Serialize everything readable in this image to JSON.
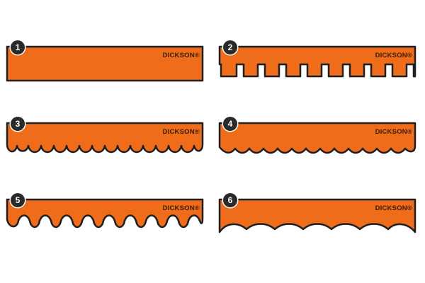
{
  "brand_color": "#ee6c1a",
  "outline_color": "#1f1f1f",
  "badge_color": "#2a2a2a",
  "valances": [
    {
      "number": "1",
      "brand": "DICKSON®",
      "edge": "straight"
    },
    {
      "number": "2",
      "brand": "DICKSON®",
      "edge": "square-notch"
    },
    {
      "number": "3",
      "brand": "DICKSON®",
      "edge": "scallop-notched"
    },
    {
      "number": "4",
      "brand": "DICKSON®",
      "edge": "scallop"
    },
    {
      "number": "5",
      "brand": "DICKSON®",
      "edge": "round-tab"
    },
    {
      "number": "6",
      "brand": "DICKSON®",
      "edge": "wave"
    }
  ]
}
